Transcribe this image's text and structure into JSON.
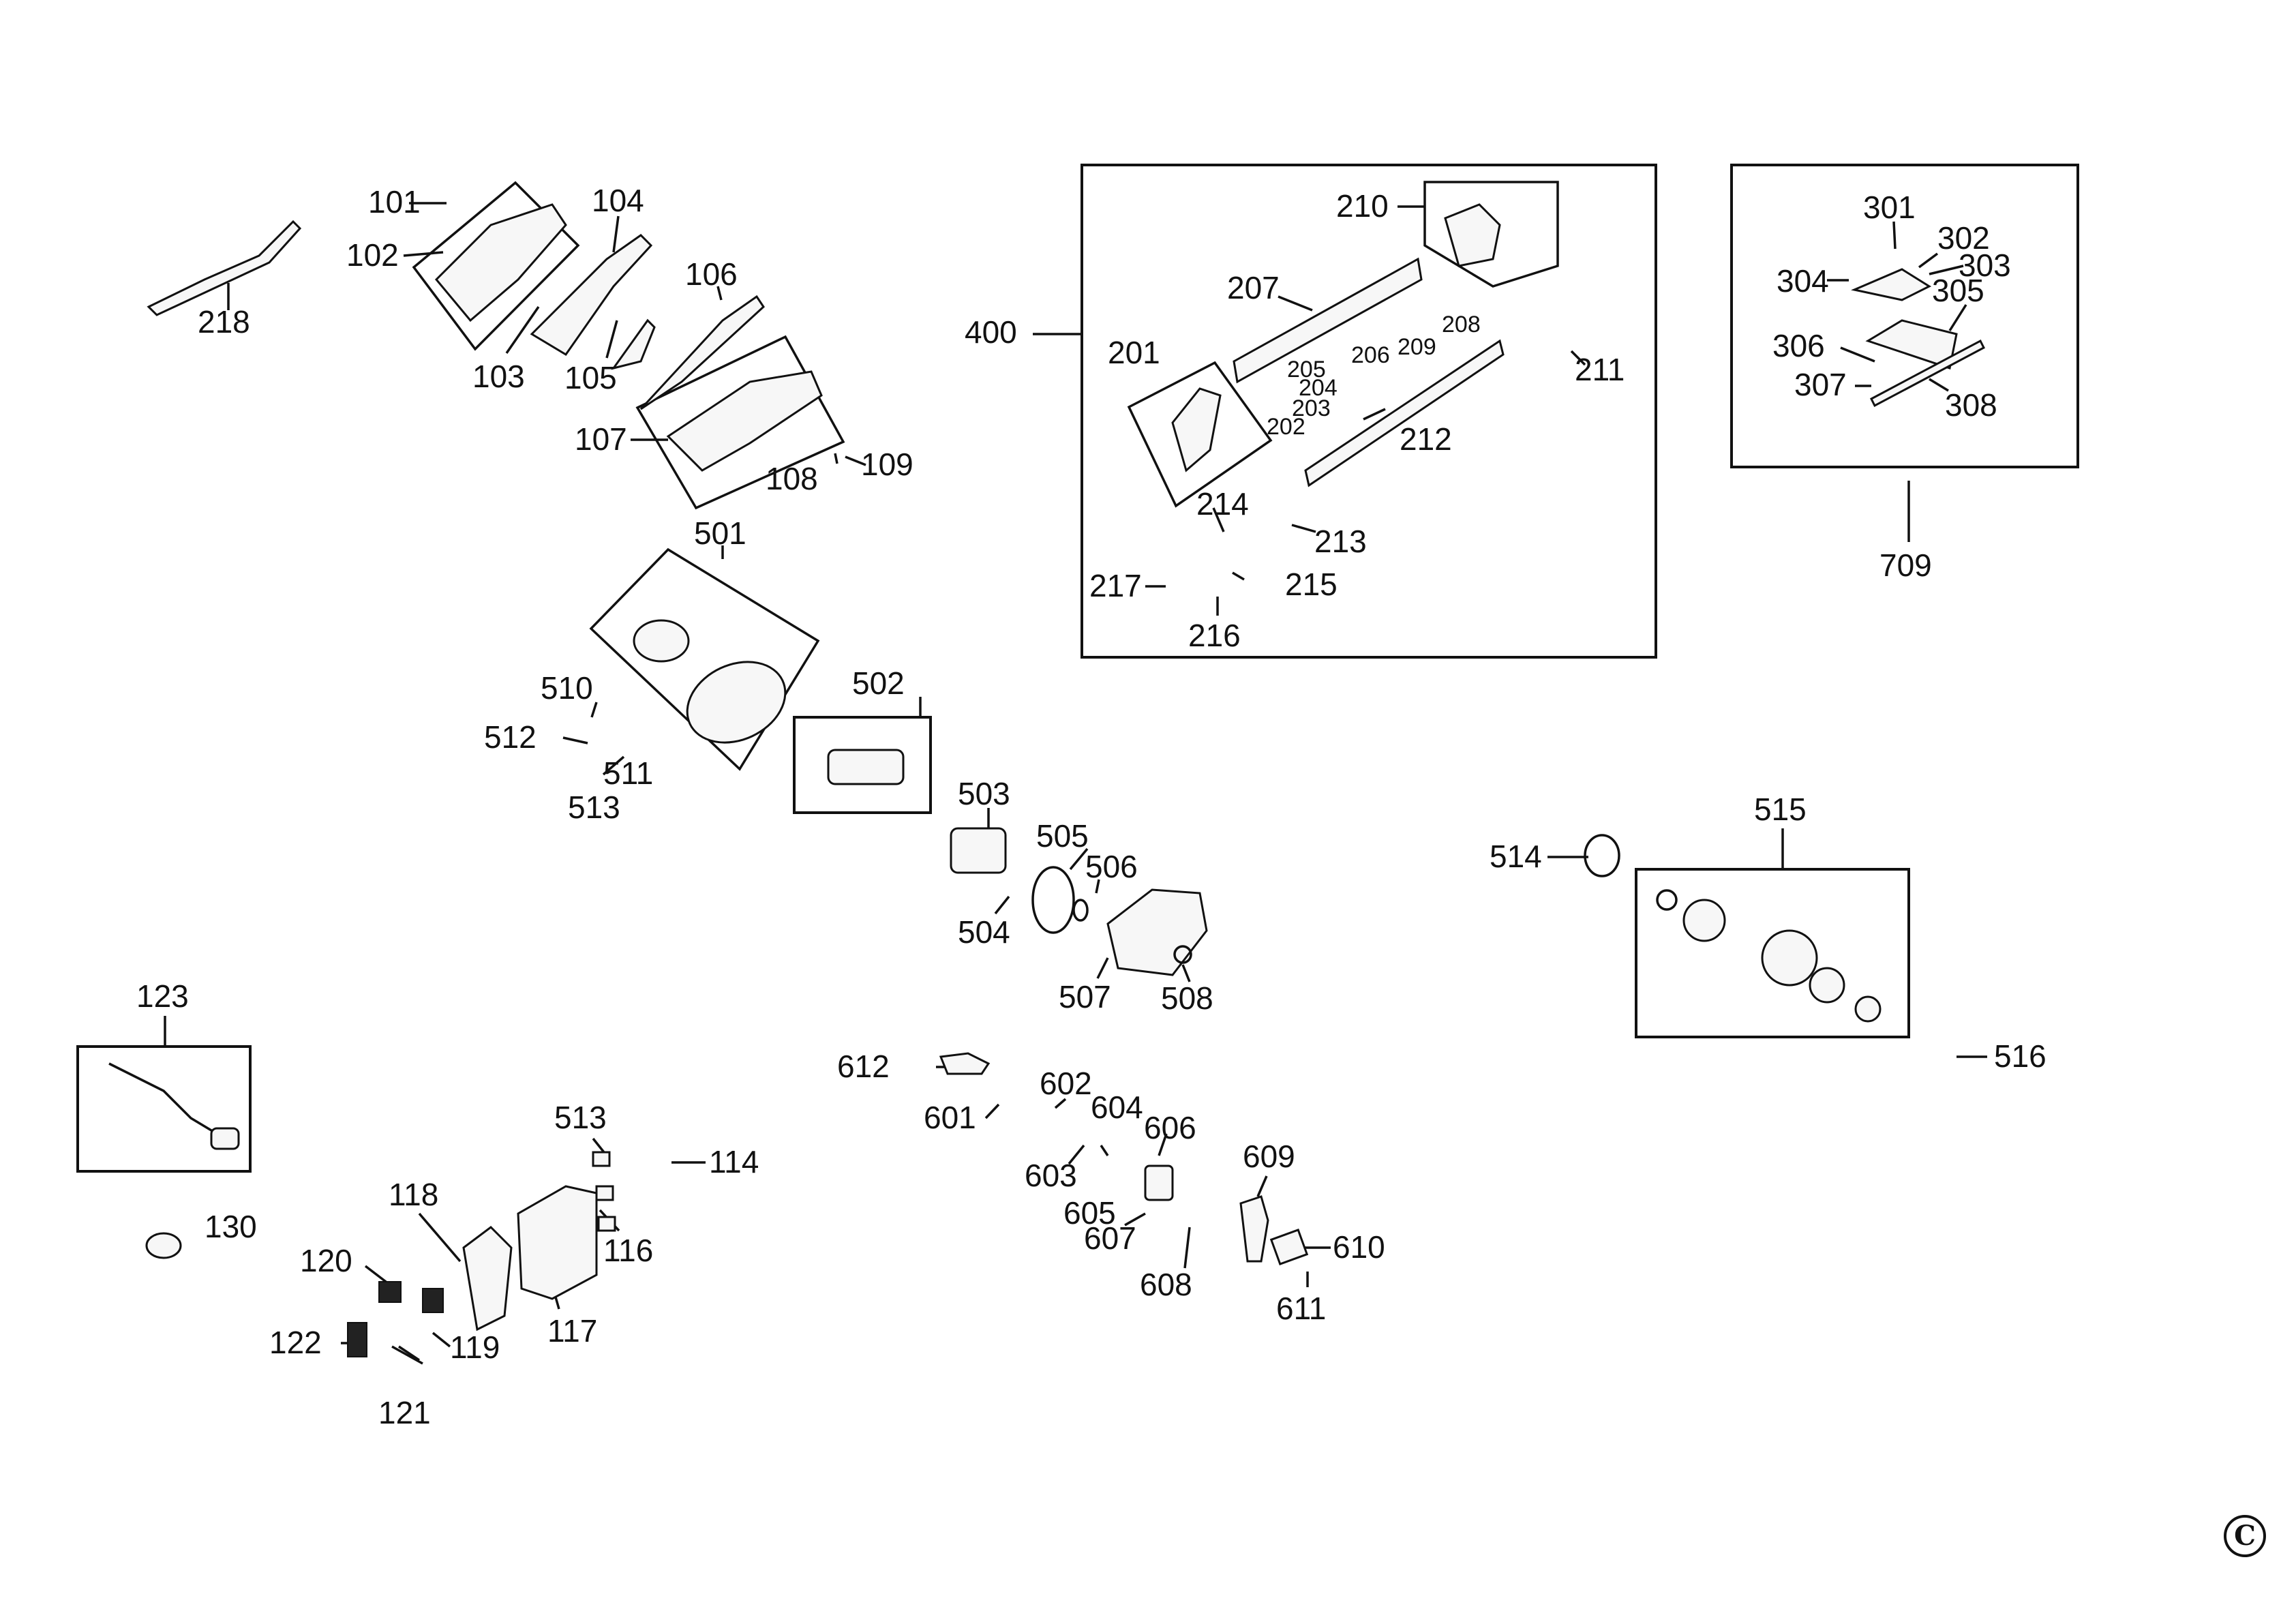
{
  "diagram": {
    "type": "exploded parts diagram",
    "copyright_symbol": "C",
    "assemblies": [
      {
        "id": "400",
        "contains": [
          "201",
          "202",
          "203",
          "204",
          "205",
          "206",
          "207",
          "208",
          "209",
          "210",
          "211",
          "212",
          "213",
          "214",
          "215",
          "216",
          "217"
        ]
      },
      {
        "id": "709",
        "contains": [
          "301",
          "302",
          "303",
          "304",
          "305",
          "306",
          "307",
          "308"
        ]
      },
      {
        "id": "515",
        "contains": []
      },
      {
        "id": "123",
        "contains": []
      },
      {
        "id": "501",
        "contains": []
      },
      {
        "id": "502",
        "contains": []
      }
    ],
    "labels": {
      "l101": "101",
      "l102": "102",
      "l103": "103",
      "l104": "104",
      "l105": "105",
      "l106": "106",
      "l107": "107",
      "l108": "108",
      "l109": "109",
      "l218": "218",
      "l400": "400",
      "l201": "201",
      "l202": "202",
      "l203": "203",
      "l204": "204",
      "l205": "205",
      "l206": "206",
      "l207": "207",
      "l208": "208",
      "l209": "209",
      "l210": "210",
      "l211": "211",
      "l212": "212",
      "l213": "213",
      "l214": "214",
      "l215": "215",
      "l216": "216",
      "l217": "217",
      "l301": "301",
      "l302": "302",
      "l303": "303",
      "l304": "304",
      "l305": "305",
      "l306": "306",
      "l307": "307",
      "l308": "308",
      "l709": "709",
      "l501": "501",
      "l502": "502",
      "l503": "503",
      "l504": "504",
      "l505": "505",
      "l506": "506",
      "l507": "507",
      "l508": "508",
      "l510": "510",
      "l511": "511",
      "l512": "512",
      "l513a": "513",
      "l514": "514",
      "l515": "515",
      "l516": "516",
      "l123": "123",
      "l130": "130",
      "l118": "118",
      "l120": "120",
      "l122": "122",
      "l121": "121",
      "l119": "119",
      "l117": "117",
      "l116": "116",
      "l513b": "513",
      "l114": "114",
      "l612": "612",
      "l601": "601",
      "l602": "602",
      "l603": "603",
      "l604": "604",
      "l605": "605",
      "l606": "606",
      "l607": "607",
      "l608": "608",
      "l609": "609",
      "l610": "610",
      "l611": "611"
    }
  }
}
